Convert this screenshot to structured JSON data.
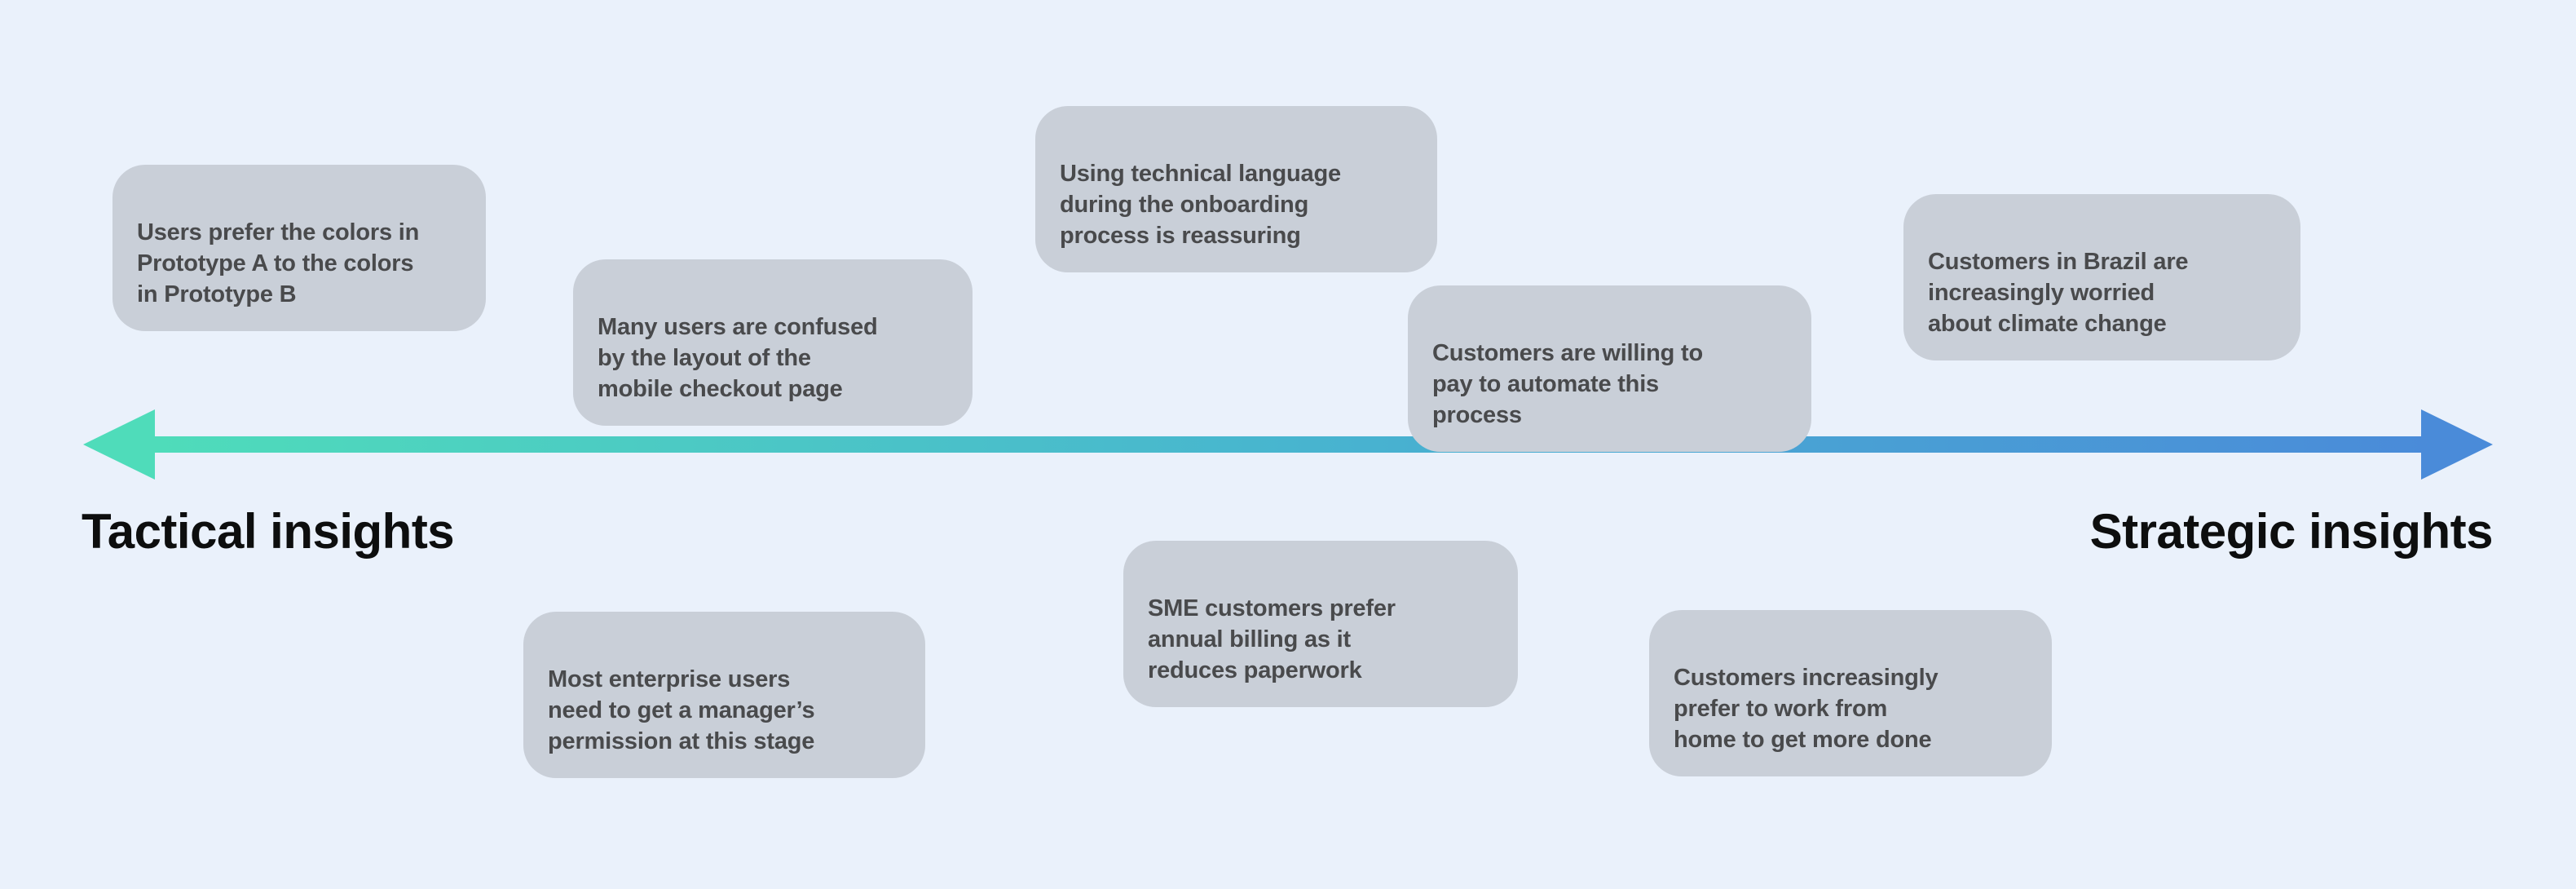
{
  "page": {
    "background_color": "#eaf1fb"
  },
  "axis": {
    "left_label": "Tactical insights",
    "right_label": "Strategic insights",
    "gradient_start": "#4fdcba",
    "gradient_mid": "#48b5cf",
    "gradient_end": "#4a8bd9",
    "label_color": "#0d0e0e"
  },
  "card_style": {
    "background_color": "#c9cfd8",
    "text_color": "#494a4c"
  },
  "insights": [
    {
      "text": "Users prefer the colors in\nPrototype A to the colors\nin Prototype B"
    },
    {
      "text": "Many users are confused\nby the layout of the\nmobile checkout page"
    },
    {
      "text": "Using technical language\nduring the onboarding\nprocess is reassuring"
    },
    {
      "text": "Customers are willing to\npay to automate this\nprocess"
    },
    {
      "text": "Customers in Brazil are\nincreasingly worried\nabout climate change"
    },
    {
      "text": "Most enterprise users\nneed to get a manager’s\npermission at this stage"
    },
    {
      "text": "SME customers prefer\nannual billing as it\nreduces paperwork"
    },
    {
      "text": "Customers increasingly\nprefer to work from\nhome to get more done"
    }
  ]
}
